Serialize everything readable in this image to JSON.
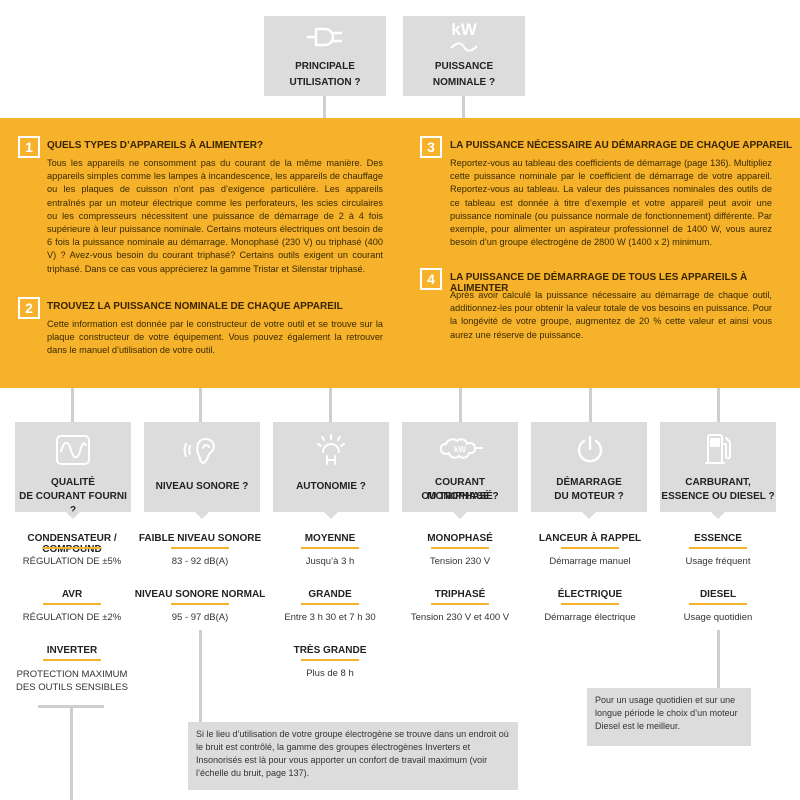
{
  "top_boxes": [
    {
      "label_1": "PRINCIPALE",
      "label_2": "UTILISATION ?",
      "icon": "plug-icon"
    },
    {
      "label_1": "PUISSANCE",
      "label_2": "NOMINALE ?",
      "icon": "kw-icon",
      "icon_text": "kW"
    }
  ],
  "sections": [
    {
      "number": "1",
      "title": "QUELS TYPES D’APPAREILS À ALIMENTER?",
      "text": "Tous les appareils ne consomment pas du courant de la même manière. Des appareils simples comme les lampes à incandescence, les appareils de chauffage ou les plaques de cuisson n’ont pas d’exigence particulière. Les appareils entraînés par un moteur électrique comme les perforateurs, les scies circulaires ou les compresseurs nécessitent une puissance de démarrage de 2 à 4 fois supérieure à leur puissance nominale. Certains moteurs électriques ont besoin de 6 fois la puissance nominale au démarrage. Monophasé (230 V) ou triphasé (400 V) ? Avez-vous besoin du courant triphasé? Certains outils exigent un courant triphasé. Dans ce cas vous apprécierez la gamme Tristar et Silenstar triphasé."
    },
    {
      "number": "2",
      "title": "TROUVEZ LA PUISSANCE NOMINALE DE CHAQUE APPAREIL",
      "text": "Cette information est donnée par le constructeur de votre outil et se trouve sur la plaque constructeur de votre équipement. Vous pouvez également la retrouver dans le manuel d’utilisation de votre outil."
    },
    {
      "number": "3",
      "title": "LA PUISSANCE NÉCESSAIRE AU DÉMARRAGE DE CHAQUE APPAREIL",
      "text": "Reportez-vous au tableau des coefficients de démarrage (page 136). Multipliez cette puissance nominale par le coefficient de démarrage de votre appareil. Reportez-vous au tableau. La valeur des puissances nominales des outils de ce tableau est donnée à titre d’exemple et votre appareil peut avoir une puissance nominale (ou puissance normale de fonctionnement) différente. Par exemple, pour alimenter un aspirateur professionnel de 1400 W, vous aurez besoin d’un groupe électrogène de 2800 W (1400 x 2) minimum."
    },
    {
      "number": "4",
      "title": "LA PUISSANCE DE DÉMARRAGE DE TOUS LES APPAREILS À ALIMENTER",
      "text": "Après avoir calculé la puissance nécessaire au démarrage de chaque outil, additionnez-les pour obtenir la valeur totale de vos besoins en puissance. Pour la longévité de votre groupe, augmentez de 20 % cette valeur et ainsi vous aurez une réserve de puissance."
    }
  ],
  "bottom_boxes": [
    {
      "label_1": "QUALITÉ",
      "label_2": "DE COURANT FOURNI ?",
      "icon": "waveform-icon"
    },
    {
      "label_1": "NIVEAU SONORE ?",
      "label_2": "",
      "icon": "ear-icon"
    },
    {
      "label_1": "AUTONOMIE ?",
      "label_2": "",
      "icon": "clock-icon"
    },
    {
      "label_1": "COURANT MONOPHASÉ",
      "label_2": "OU TRIPHASÉ ?",
      "icon": "plug-kw-icon"
    },
    {
      "label_1": "DÉMARRAGE",
      "label_2": "DU MOTEUR ?",
      "icon": "power-icon"
    },
    {
      "label_1": "CARBURANT,",
      "label_2": "ESSENCE OU DIESEL ?",
      "icon": "fuel-pump-icon"
    }
  ],
  "columns": [
    {
      "options": [
        {
          "head": "CONDENSATEUR / COMPOUND",
          "sub": "RÉGULATION DE ±5%"
        },
        {
          "head": "AVR",
          "sub": "RÉGULATION DE ±2%"
        },
        {
          "head": "INVERTER",
          "sub": "PROTECTION MAXIMUM DES OUTILS SENSIBLES"
        }
      ]
    },
    {
      "options": [
        {
          "head": "FAIBLE NIVEAU SONORE",
          "sub": "83 - 92 dB(A)"
        },
        {
          "head": "NIVEAU SONORE NORMAL",
          "sub": "95 - 97 dB(A)"
        }
      ]
    },
    {
      "options": [
        {
          "head": "MOYENNE",
          "sub": "Jusqu’à 3 h"
        },
        {
          "head": "GRANDE",
          "sub": "Entre 3 h 30 et 7 h 30"
        },
        {
          "head": "TRÈS GRANDE",
          "sub": "Plus de 8 h"
        }
      ]
    },
    {
      "options": [
        {
          "head": "MONOPHASÉ",
          "sub": "Tension 230 V"
        },
        {
          "head": "TRIPHASÉ",
          "sub": "Tension 230 V et 400 V"
        }
      ]
    },
    {
      "options": [
        {
          "head": "LANCEUR À RAPPEL",
          "sub": "Démarrage manuel"
        },
        {
          "head": "ÉLECTRIQUE",
          "sub": "Démarrage électrique"
        }
      ]
    },
    {
      "options": [
        {
          "head": "ESSENCE",
          "sub": "Usage fréquent"
        },
        {
          "head": "DIESEL",
          "sub": "Usage quotidien"
        }
      ]
    }
  ],
  "notes": {
    "noise": "Si le lieu d’utilisation de votre groupe électrogène se trouve dans un endroit où le bruit est contrôlé, la gamme des groupes électrogènes Inverters et Insonorisés est là pour vous apporter un confort de travail maximum (voir l’échelle du bruit, page 137).",
    "diesel": "Pour un usage quotidien et sur une longue période le choix d’un moteur Diesel est le meilleur."
  },
  "colors": {
    "accent": "#f5b22a",
    "box": "#dcdcdc",
    "line": "#cfcfcf"
  }
}
